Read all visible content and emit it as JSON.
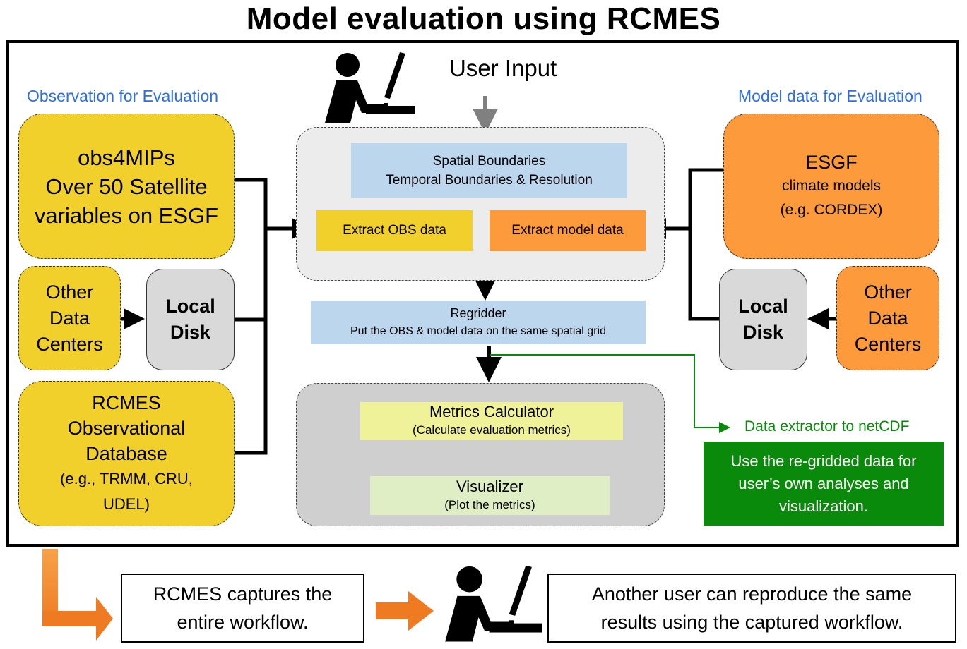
{
  "title": "Model evaluation using RCMES",
  "user_input": {
    "label": "User Input",
    "icon": "person-at-computer-icon"
  },
  "left": {
    "section_label": "Observation for Evaluation",
    "color": "#f2d02b",
    "obs4mips": [
      "obs4MIPs",
      "Over 50 Satellite",
      "variables on ESGF"
    ],
    "other_centers": [
      "Other",
      "Data",
      "Centers"
    ],
    "local_disk": [
      "Local",
      "Disk"
    ],
    "rcmes_db": [
      "RCMES",
      "Observational",
      "Database",
      "(e.g., TRMM, CRU,",
      "UDEL)"
    ]
  },
  "right": {
    "section_label": "Model data for Evaluation",
    "color": "#fc9a3c",
    "esgf": {
      "title": "ESGF",
      "line1": "climate models",
      "line2": "(e.g. CORDEX)"
    },
    "local_disk": [
      "Local",
      "Disk"
    ],
    "other_centers": [
      "Other",
      "Data",
      "Centers"
    ]
  },
  "center": {
    "boundaries": [
      "Spatial Boundaries",
      "Temporal Boundaries & Resolution"
    ],
    "extract_obs": "Extract OBS data",
    "extract_model": "Extract model data",
    "regridder": {
      "title": "Regridder",
      "desc": "Put the OBS & model data on the same spatial grid"
    },
    "metrics": {
      "title": "Metrics Calculator",
      "desc": "(Calculate evaluation metrics)"
    },
    "visualizer": {
      "title": "Visualizer",
      "desc": "(Plot the metrics)"
    }
  },
  "extractor": {
    "label": "Data extractor to netCDF",
    "box": [
      "Use the re-gridded data for",
      "user’s own analyses and",
      "visualization."
    ],
    "color": "#0a8a0a"
  },
  "bottom": {
    "captures": [
      "RCMES captures the",
      "entire workflow."
    ],
    "reproduce": [
      "Another user can reproduce the same",
      "results using the captured workflow."
    ],
    "arrow_color": "#f08a2e"
  }
}
